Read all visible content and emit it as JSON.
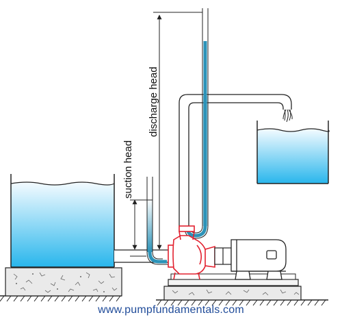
{
  "labels": {
    "suction_head": "suction head",
    "discharge_head": "discharge head",
    "website": "www.pumpfundamentals.com"
  },
  "colors": {
    "water_top": "#f4fbff",
    "water_bottom": "#29b6ec",
    "pump": "#e2202e",
    "tube_fluid": "#2c93b8",
    "outline": "#222222",
    "concrete": "#e8e8e8",
    "url": "#1f4b99"
  }
}
